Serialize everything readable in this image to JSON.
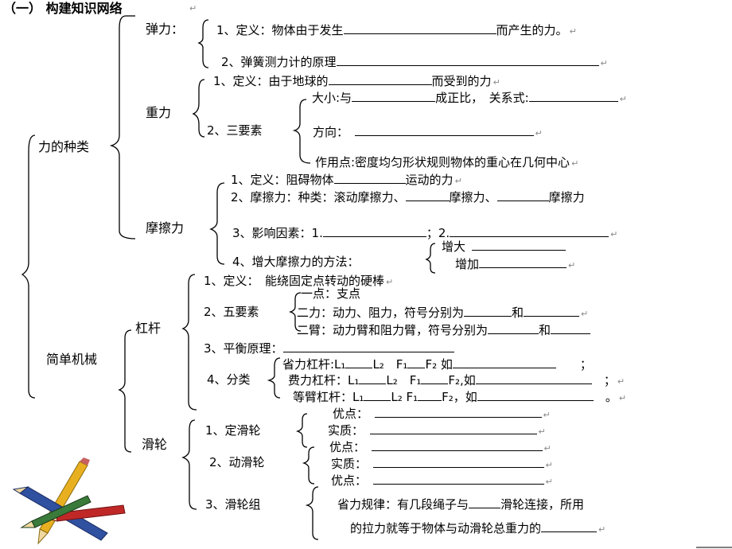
{
  "title": "（一） 构建知识网络",
  "force_types": "力的种类",
  "elastic": {
    "label": "弹力：",
    "line1": "1、定义：物体由于发生",
    "line1b": "而产生的力。",
    "line2": "2、弹簧测力计的原理"
  },
  "gravity": {
    "label": "重力",
    "def": "1、定义：由于地球的",
    "def_b": "而受到的力",
    "three": "2、三要素",
    "size": "大小:与",
    "size_b": "成正比，",
    "size_c": "关系式:",
    "direction": "方向：",
    "point": "作用点:密度均匀形状规则物体的重心在几何中心"
  },
  "friction": {
    "label": "摩擦力",
    "def": "1、定义：阻碍物体",
    "def_b": "运动的力",
    "kinds": "2、摩擦力：种类：滚动摩擦力、",
    "kinds_b": "摩擦力、",
    "kinds_c": "摩擦力",
    "factors": "3、影响因素：1.",
    "factors_b": "；2.",
    "methods": "4、增大摩擦力的方法：",
    "increase": "增大",
    "add": "增加"
  },
  "simple_machines": "简单机械",
  "lever": {
    "label": "杠杆",
    "def": "1、定义：　能绕固定点转动的硬棒",
    "five": "2、五要素",
    "one_point": "一点：支点",
    "two_force": "二力：动力、阻力，符号分别为",
    "and": "和",
    "two_arm": "二臂：动力臂和阻力臂，符号分别为",
    "balance": "3、平衡原理：",
    "classify": "4、分类",
    "saving": "省力杠杆:L₁",
    "saving_b": "L₂　F₁",
    "saving_c": "F₂ 如",
    "costing": "费力杠杆：L₁",
    "costing_b": "L₂　F₁",
    "costing_c": "F₂,如",
    "equal": "等臂杠杆：L₁",
    "equal_b": "L₂ F₁",
    "equal_c": "F₂，如",
    "semicolon": "；",
    "period": "。"
  },
  "pulley": {
    "label": "滑轮",
    "fixed": "1、定滑轮",
    "moving": "2、动滑轮",
    "group": "3、滑轮组",
    "advantage": "优点：",
    "essence": "实质：",
    "rule1": "省力规律：有几段绳子与",
    "rule1b": "滑轮连接，所用",
    "rule2": "的拉力就等于物体与动滑轮总重力的"
  },
  "return_mark": "↵"
}
